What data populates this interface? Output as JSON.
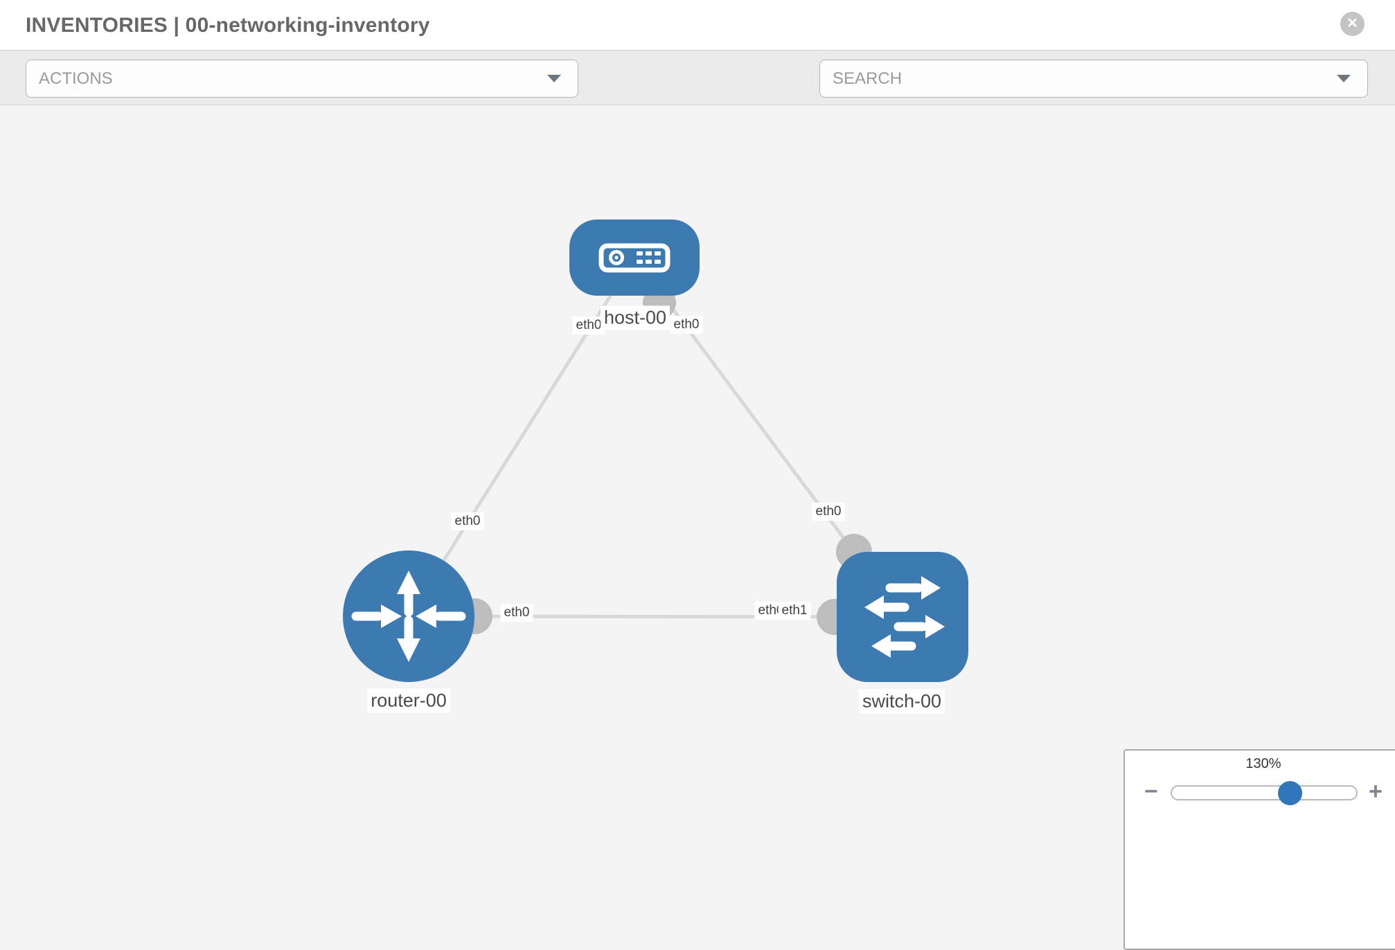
{
  "header": {
    "title": "INVENTORIES | 00-networking-inventory",
    "close_glyph": "✕"
  },
  "toolbar": {
    "actions_label": "ACTIONS",
    "search_placeholder": "SEARCH",
    "icons": [
      "wrench-icon",
      "key-icon"
    ]
  },
  "graph": {
    "node_labels": {
      "host": "host-00",
      "router": "router-00",
      "switch": "switch-00"
    },
    "interfaces": {
      "host_to_router": "eth0",
      "host_to_switch": "eth0",
      "router_to_host": "eth0",
      "router_to_switch": "eth0",
      "switch_to_host": "eth0",
      "switch_to_router_overlapped": "eth0",
      "switch_to_router": "eth1"
    },
    "links": [
      {
        "from": "host-00",
        "to": "router-00"
      },
      {
        "from": "host-00",
        "to": "switch-00"
      },
      {
        "from": "router-00",
        "to": "switch-00"
      }
    ]
  },
  "zoom_control": {
    "value_label": "130%",
    "minus_glyph": "−",
    "plus_glyph": "+"
  },
  "colors": {
    "node_blue": "#3d7ab1",
    "edge_gray": "#d8d8d8",
    "connector_gray": "#bdbdbd",
    "toolbar_bg": "#ebebeb",
    "slider_thumb_blue": "#2f77b8"
  }
}
